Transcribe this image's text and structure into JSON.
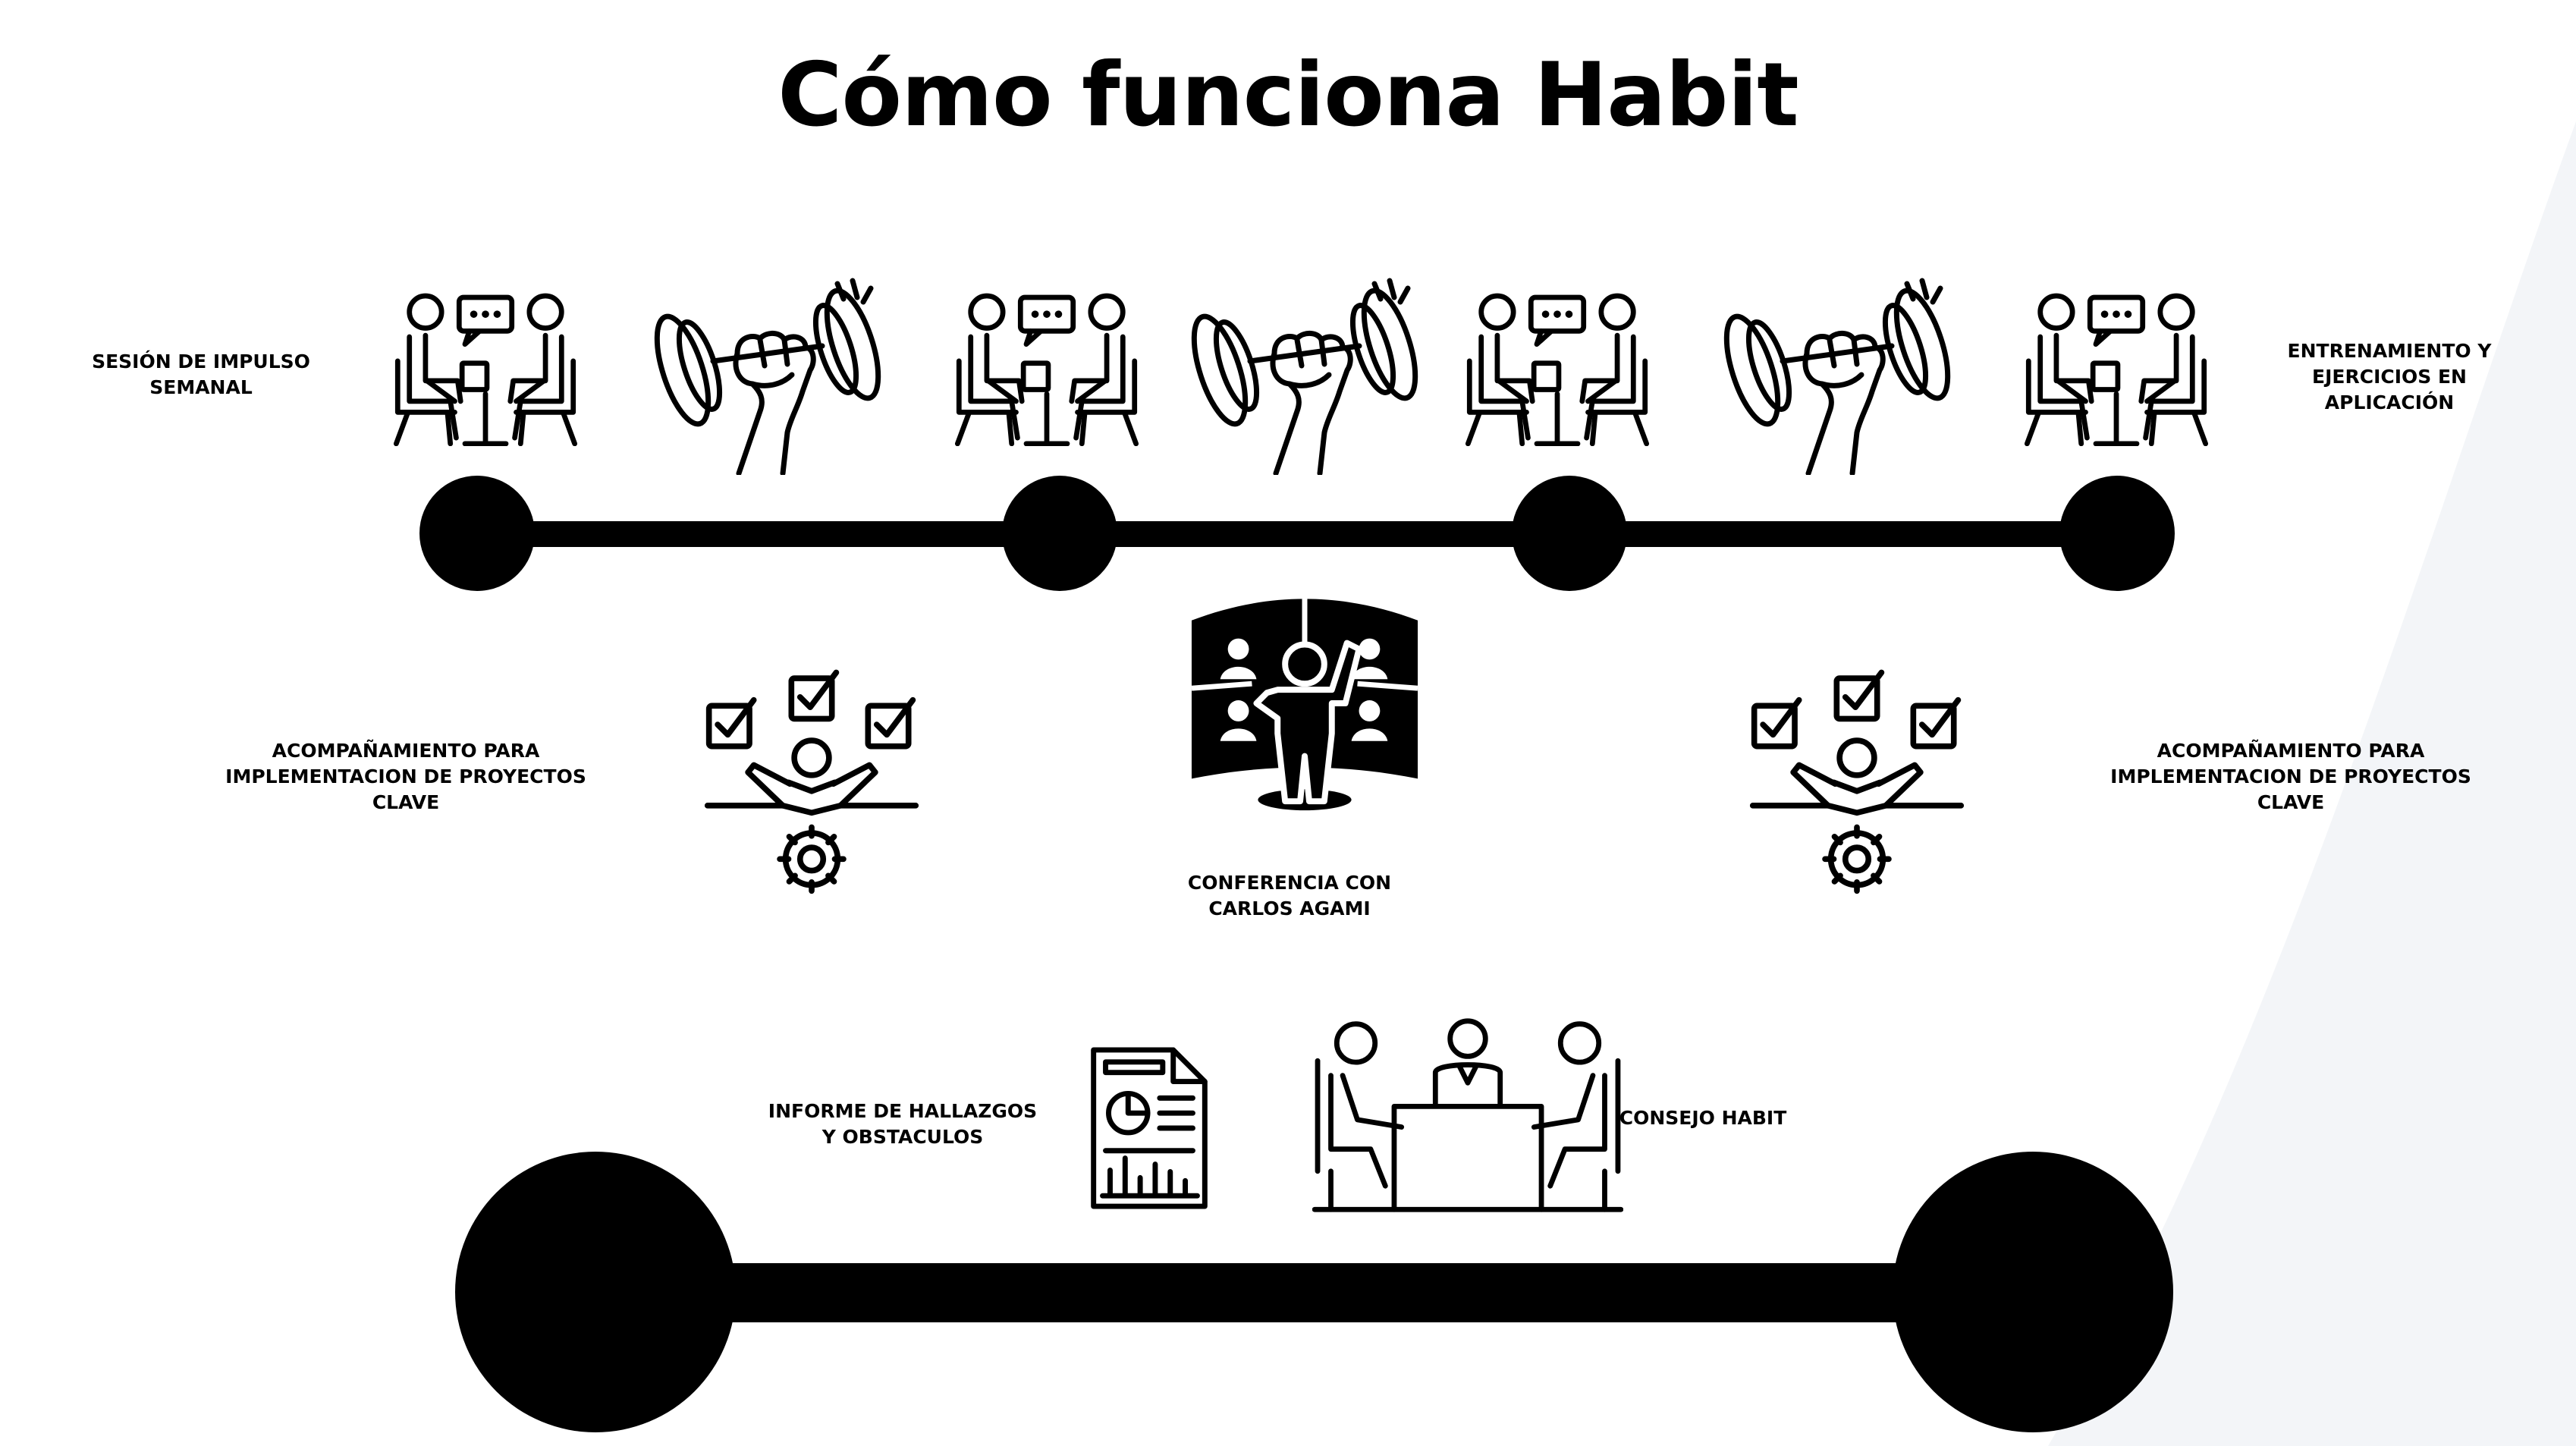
{
  "title": "Cómo funciona Habit",
  "colors": {
    "ink": "#000000",
    "background": "#ffffff",
    "decorative_arc": "#f3f5f8"
  },
  "timeline_top": {
    "label_left": "SESIÓN DE IMPULSO SEMANAL",
    "label_right": "ENTRENAMIENTO Y EJERCICIOS EN APLICACIÓN",
    "icons": [
      "meeting-icon",
      "dumbbell-icon",
      "meeting-icon",
      "dumbbell-icon",
      "meeting-icon",
      "dumbbell-icon",
      "meeting-icon"
    ]
  },
  "middle": {
    "label_left": "ACOMPAÑAMIENTO PARA IMPLEMENTACION DE PROYECTOS CLAVE",
    "label_center": "CONFERENCIA CON CARLOS AGAMI",
    "label_right": "ACOMPAÑAMIENTO PARA IMPLEMENTACION DE PROYECTOS CLAVE"
  },
  "timeline_bottom": {
    "label_report": "INFORME DE HALLAZGOS Y OBSTACULOS",
    "label_council": "CONSEJO HABIT"
  }
}
